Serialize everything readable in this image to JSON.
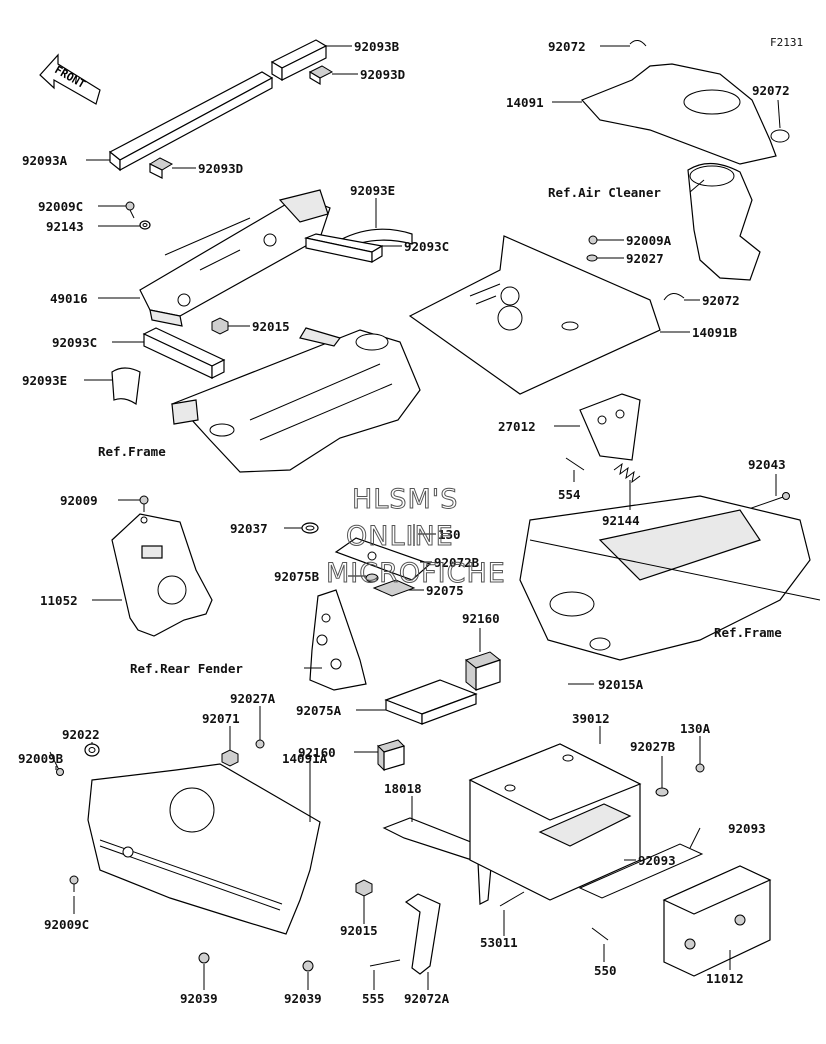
{
  "diagram_code": "F2131",
  "front_arrow_text": "FRONT",
  "watermark": [
    "HLSM'S",
    "ONLINE",
    "MICROFICHE"
  ],
  "refs": {
    "air_cleaner": "Ref.Air Cleaner",
    "frame_left": "Ref.Frame",
    "frame_right": "Ref.Frame",
    "rear_fender": "Ref.Rear Fender"
  },
  "parts": {
    "p92093B": "92093B",
    "p92093D_top": "92093D",
    "p92093A": "92093A",
    "p92093D_mid": "92093D",
    "p92009C_top": "92009C",
    "p92143": "92143",
    "p92093E_top": "92093E",
    "p92093C_right": "92093C",
    "p49016": "49016",
    "p92015_top": "92015",
    "p92093C_left": "92093C",
    "p92093E_left": "92093E",
    "p92072_top": "92072",
    "p14091": "14091",
    "p92072_right": "92072",
    "p92009A": "92009A",
    "p92027": "92027",
    "p92072_mid": "92072",
    "p14091B": "14091B",
    "p27012": "27012",
    "p554": "554",
    "p92144": "92144",
    "p92043": "92043",
    "p92009": "92009",
    "p11052": "11052",
    "p92037": "92037",
    "p130": "130",
    "p92072B": "92072B",
    "p92075B": "92075B",
    "p92075": "92075",
    "p92160_top": "92160",
    "p92075A": "92075A",
    "p92160_mid": "92160",
    "p92015A": "92015A",
    "p92027A": "92027A",
    "p92071": "92071",
    "p92022": "92022",
    "p92009B": "92009B",
    "p14091A": "14091A",
    "p18018": "18018",
    "p39012": "39012",
    "p92027B": "92027B",
    "p130A": "130A",
    "p92093": "92093",
    "p92093_inner": "92093",
    "p92009C_bottom": "92009C",
    "p92015_bottom": "92015",
    "p53011": "53011",
    "p550": "550",
    "p11012": "11012",
    "p92039_left": "92039",
    "p92039_right": "92039",
    "p555": "555",
    "p92072A": "92072A"
  }
}
